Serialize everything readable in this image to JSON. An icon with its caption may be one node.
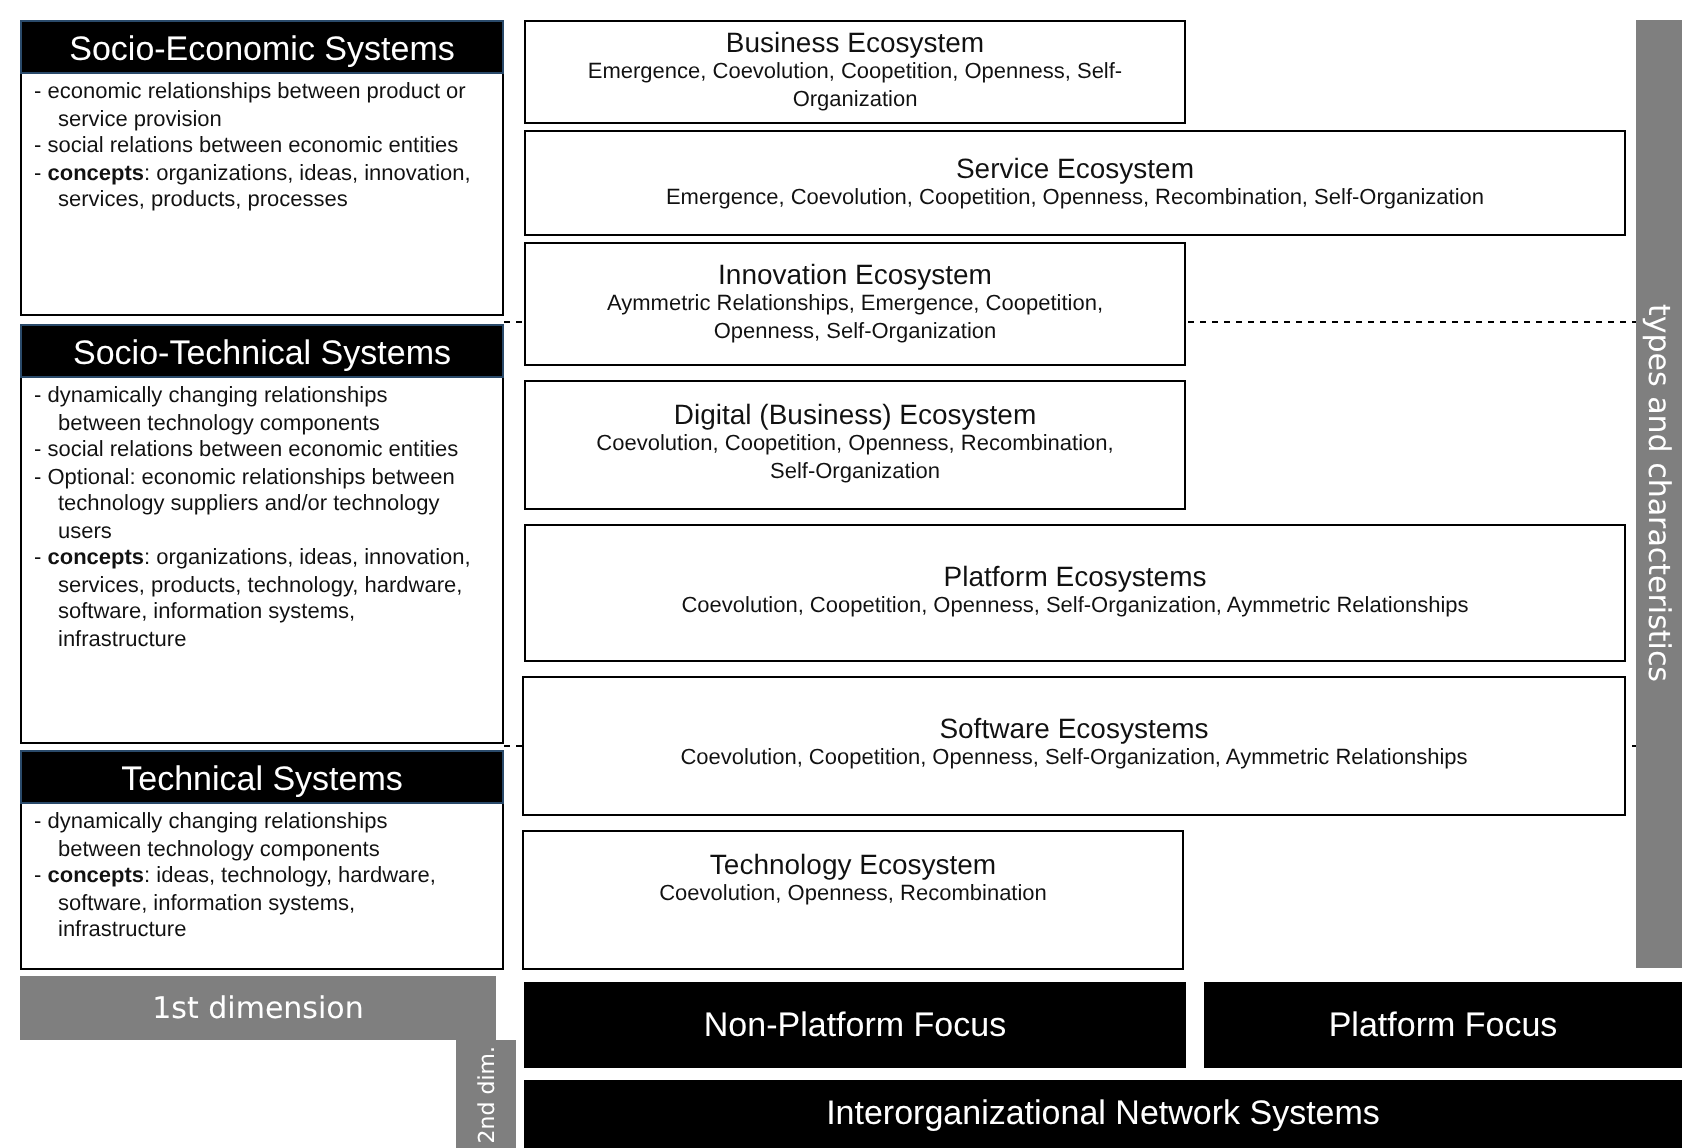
{
  "diagram": {
    "nodes": [
      {
        "text": [
          "Socio-Economic Systems",
          "- economic relationships between product or service provision",
          "- social relations between economic entities",
          "- **concepts**: organizations, ideas, innovation, services, products, processes"
        ]
      },
      {
        "text": [
          "Socio-Technical Systems",
          "- dynamically changing relationships between technology components",
          "- social relations between economic entities",
          "- Optional: economic relationships between technology suppliers and/or technology users",
          "- **concepts**: organizations, ideas, innovation, services, products, technology, hardware, software, information systems, infrastructure"
        ]
      },
      {
        "text": [
          "Technical Systems",
          "- dynamically changing relationships between technology components",
          "- **concepts**: ideas, technology, hardware, software, information systems, infrastructure"
        ]
      },
      {
        "text": [
          "1st dimension"
        ]
      },
      {
        "text": [
          "2nd dim."
        ]
      },
      {
        "text": [
          "Business Ecosystem",
          "Emergence, Coevolution, Coopetition, Openness, Self-Organization"
        ]
      },
      {
        "text": [
          "Service Ecosystem",
          "Emergence, Coevolution, Coopetition, Openness, Recombination, Self-Organization"
        ]
      },
      {
        "text": [
          "Innovation Ecosystem",
          "Aymmetric Relationships, Emergence, Coopetition, Openness, Self-Organization"
        ]
      },
      {
        "text": [
          "Digital (Business) Ecosystem",
          "Coevolution, Coopetition, Openness, Recombination, Self-Organization"
        ]
      },
      {
        "text": [
          "Platform Ecosystems",
          "Coevolution, Coopetition, Openness, Self-Organization, Aymmetric Relationships"
        ]
      },
      {
        "text": [
          "Software Ecosystems",
          "Coevolution, Coopetition, Openness, Self-Organization, Aymmetric Relationships"
        ]
      },
      {
        "text": [
          "Technology Ecosystem",
          "Coevolution, Openness, Recombination"
        ]
      },
      {
        "text": [
          "types and characteristics"
        ]
      },
      {
        "text": [
          "Non-Platform Focus"
        ]
      },
      {
        "text": [
          "Platform Focus"
        ]
      },
      {
        "text": [
          "Interorganizational Network Systems"
        ]
      }
    ]
  }
}
